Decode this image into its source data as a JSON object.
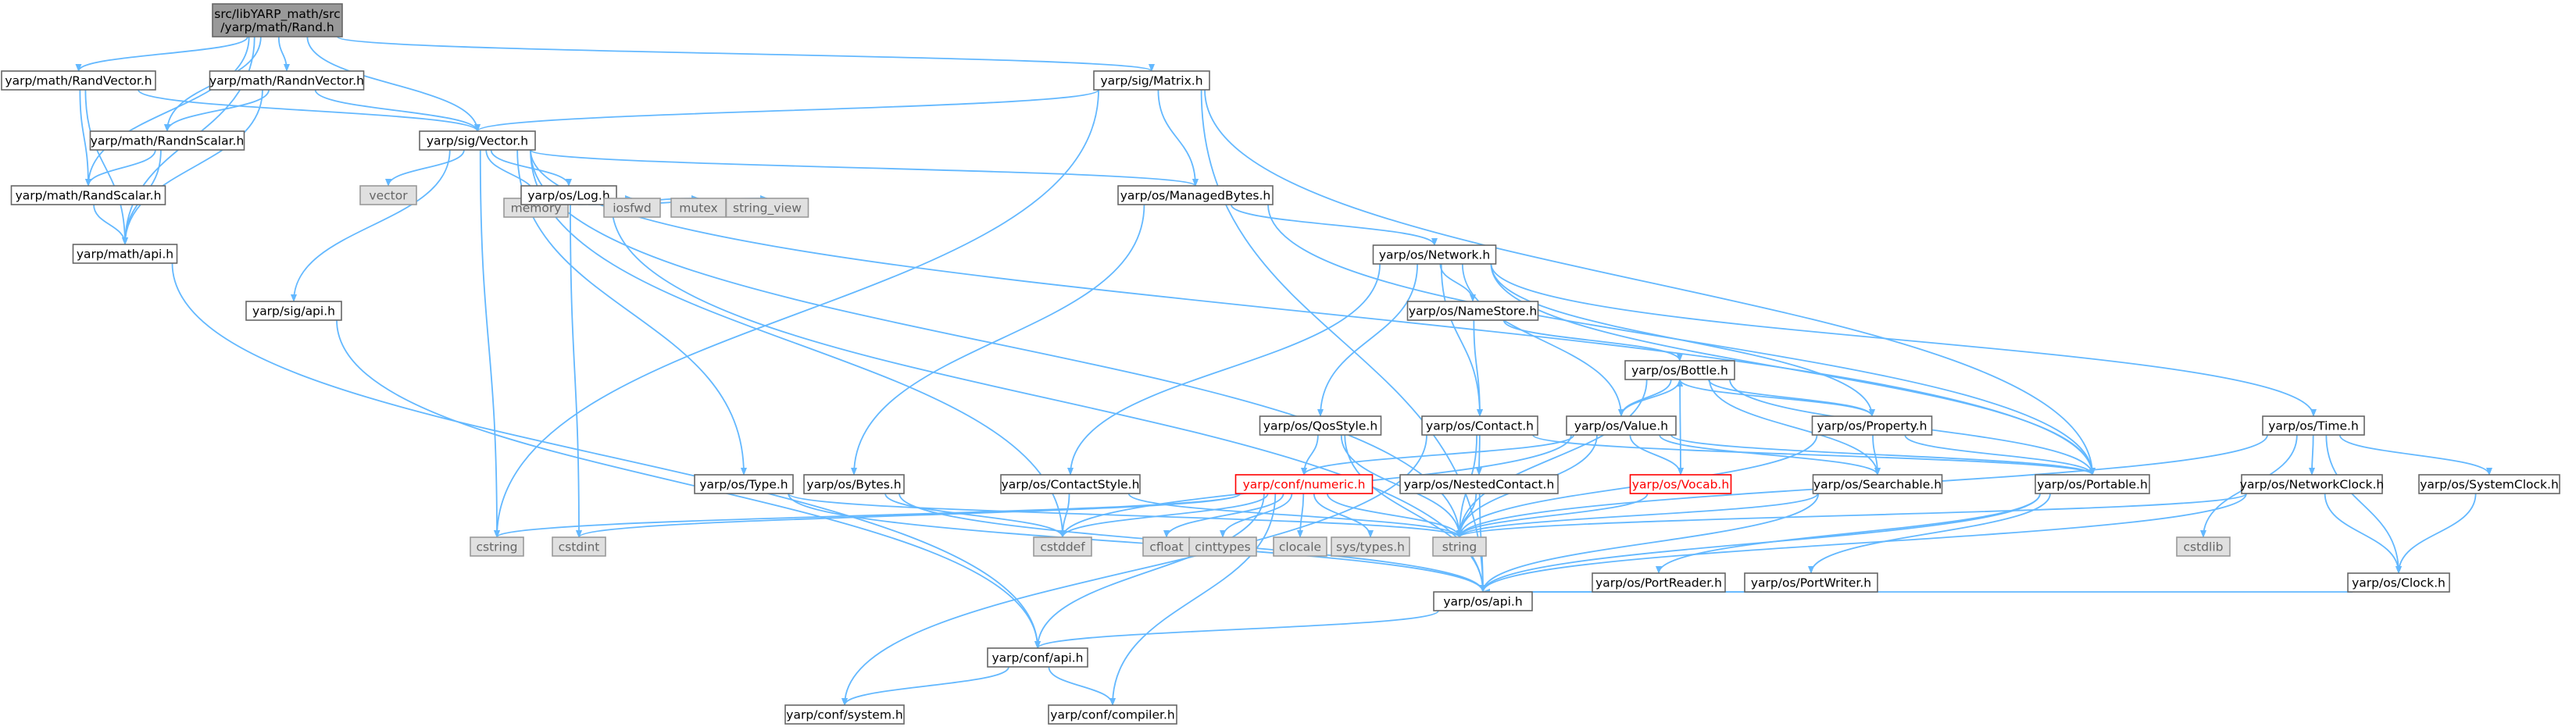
{
  "colors": {
    "edge": "#63b8ff",
    "node_fill": "#ffffff",
    "node_stroke": "#666666",
    "node_text": "#000000",
    "root_fill": "#999999",
    "root_stroke": "#666666",
    "sys_fill": "#e0e0e0",
    "sys_stroke": "#999999",
    "sys_text": "#666666",
    "red": "#ff0000"
  },
  "nodes": [
    {
      "id": "rand_h",
      "lines": [
        "src/libYARP_math/src",
        "/yarp/math/Rand.h"
      ],
      "kind": "root"
    },
    {
      "id": "randvector",
      "lines": [
        "yarp/math/RandVector.h"
      ],
      "kind": "normal"
    },
    {
      "id": "randnvector",
      "lines": [
        "yarp/math/RandnVector.h"
      ],
      "kind": "normal"
    },
    {
      "id": "matrix",
      "lines": [
        "yarp/sig/Matrix.h"
      ],
      "kind": "normal"
    },
    {
      "id": "vector",
      "lines": [
        "yarp/sig/Vector.h"
      ],
      "kind": "normal"
    },
    {
      "id": "randnscalar",
      "lines": [
        "yarp/math/RandnScalar.h"
      ],
      "kind": "normal"
    },
    {
      "id": "randscalar",
      "lines": [
        "yarp/math/RandScalar.h"
      ],
      "kind": "normal"
    },
    {
      "id": "math_api",
      "lines": [
        "yarp/math/api.h"
      ],
      "kind": "normal"
    },
    {
      "id": "std_vector",
      "lines": [
        "vector"
      ],
      "kind": "system"
    },
    {
      "id": "memory",
      "lines": [
        "memory"
      ],
      "kind": "system"
    },
    {
      "id": "log",
      "lines": [
        "yarp/os/Log.h"
      ],
      "kind": "normal"
    },
    {
      "id": "iosfwd",
      "lines": [
        "iosfwd"
      ],
      "kind": "system"
    },
    {
      "id": "mutex",
      "lines": [
        "mutex"
      ],
      "kind": "system"
    },
    {
      "id": "string_view",
      "lines": [
        "string_view"
      ],
      "kind": "system"
    },
    {
      "id": "managedbytes",
      "lines": [
        "yarp/os/ManagedBytes.h"
      ],
      "kind": "normal"
    },
    {
      "id": "network",
      "lines": [
        "yarp/os/Network.h"
      ],
      "kind": "normal"
    },
    {
      "id": "sig_api",
      "lines": [
        "yarp/sig/api.h"
      ],
      "kind": "normal"
    },
    {
      "id": "namestore",
      "lines": [
        "yarp/os/NameStore.h"
      ],
      "kind": "normal"
    },
    {
      "id": "bottle",
      "lines": [
        "yarp/os/Bottle.h"
      ],
      "kind": "normal"
    },
    {
      "id": "qosstyle",
      "lines": [
        "yarp/os/QosStyle.h"
      ],
      "kind": "normal"
    },
    {
      "id": "contact",
      "lines": [
        "yarp/os/Contact.h"
      ],
      "kind": "normal"
    },
    {
      "id": "value",
      "lines": [
        "yarp/os/Value.h"
      ],
      "kind": "normal"
    },
    {
      "id": "property",
      "lines": [
        "yarp/os/Property.h"
      ],
      "kind": "normal"
    },
    {
      "id": "time",
      "lines": [
        "yarp/os/Time.h"
      ],
      "kind": "normal"
    },
    {
      "id": "os_type",
      "lines": [
        "yarp/os/Type.h"
      ],
      "kind": "normal"
    },
    {
      "id": "bytes",
      "lines": [
        "yarp/os/Bytes.h"
      ],
      "kind": "normal"
    },
    {
      "id": "contactstyle",
      "lines": [
        "yarp/os/ContactStyle.h"
      ],
      "kind": "normal"
    },
    {
      "id": "numeric",
      "lines": [
        "yarp/conf/numeric.h"
      ],
      "kind": "red"
    },
    {
      "id": "nestedcontact",
      "lines": [
        "yarp/os/NestedContact.h"
      ],
      "kind": "normal"
    },
    {
      "id": "vocab",
      "lines": [
        "yarp/os/Vocab.h"
      ],
      "kind": "red"
    },
    {
      "id": "searchable",
      "lines": [
        "yarp/os/Searchable.h"
      ],
      "kind": "normal"
    },
    {
      "id": "portable",
      "lines": [
        "yarp/os/Portable.h"
      ],
      "kind": "normal"
    },
    {
      "id": "networkclock",
      "lines": [
        "yarp/os/NetworkClock.h"
      ],
      "kind": "normal"
    },
    {
      "id": "systemclock",
      "lines": [
        "yarp/os/SystemClock.h"
      ],
      "kind": "normal"
    },
    {
      "id": "cstring",
      "lines": [
        "cstring"
      ],
      "kind": "system"
    },
    {
      "id": "cstdint",
      "lines": [
        "cstdint"
      ],
      "kind": "system"
    },
    {
      "id": "cstddef",
      "lines": [
        "cstddef"
      ],
      "kind": "system"
    },
    {
      "id": "cfloat",
      "lines": [
        "cfloat"
      ],
      "kind": "system"
    },
    {
      "id": "cinttypes",
      "lines": [
        "cinttypes"
      ],
      "kind": "system"
    },
    {
      "id": "clocale",
      "lines": [
        "clocale"
      ],
      "kind": "system"
    },
    {
      "id": "systypes",
      "lines": [
        "sys/types.h"
      ],
      "kind": "system"
    },
    {
      "id": "string",
      "lines": [
        "string"
      ],
      "kind": "system"
    },
    {
      "id": "portreader",
      "lines": [
        "yarp/os/PortReader.h"
      ],
      "kind": "normal"
    },
    {
      "id": "portwriter",
      "lines": [
        "yarp/os/PortWriter.h"
      ],
      "kind": "normal"
    },
    {
      "id": "cstdlib",
      "lines": [
        "cstdlib"
      ],
      "kind": "system"
    },
    {
      "id": "clock",
      "lines": [
        "yarp/os/Clock.h"
      ],
      "kind": "normal"
    },
    {
      "id": "os_api",
      "lines": [
        "yarp/os/api.h"
      ],
      "kind": "normal"
    },
    {
      "id": "conf_api",
      "lines": [
        "yarp/conf/api.h"
      ],
      "kind": "normal"
    },
    {
      "id": "conf_system",
      "lines": [
        "yarp/conf/system.h"
      ],
      "kind": "normal"
    },
    {
      "id": "conf_compiler",
      "lines": [
        "yarp/conf/compiler.h"
      ],
      "kind": "normal"
    }
  ],
  "edges": [
    [
      "rand_h",
      "randvector"
    ],
    [
      "rand_h",
      "randnvector"
    ],
    [
      "rand_h",
      "matrix"
    ],
    [
      "rand_h",
      "vector"
    ],
    [
      "rand_h",
      "randnscalar"
    ],
    [
      "rand_h",
      "randscalar"
    ],
    [
      "rand_h",
      "math_api"
    ],
    [
      "randvector",
      "vector"
    ],
    [
      "randvector",
      "randscalar"
    ],
    [
      "randvector",
      "math_api"
    ],
    [
      "randnvector",
      "vector"
    ],
    [
      "randnvector",
      "randnscalar"
    ],
    [
      "randnvector",
      "math_api"
    ],
    [
      "randnscalar",
      "randscalar"
    ],
    [
      "randnscalar",
      "math_api"
    ],
    [
      "randscalar",
      "math_api"
    ],
    [
      "matrix",
      "vector"
    ],
    [
      "matrix",
      "managedbytes"
    ],
    [
      "matrix",
      "portable"
    ],
    [
      "matrix",
      "cstring"
    ],
    [
      "matrix",
      "os_api"
    ],
    [
      "vector",
      "std_vector"
    ],
    [
      "vector",
      "memory"
    ],
    [
      "vector",
      "log"
    ],
    [
      "vector",
      "managedbytes"
    ],
    [
      "vector",
      "sig_api"
    ],
    [
      "vector",
      "os_type"
    ],
    [
      "vector",
      "portable"
    ],
    [
      "vector",
      "cstring"
    ],
    [
      "vector",
      "cstddef"
    ],
    [
      "vector",
      "string"
    ],
    [
      "log",
      "memory"
    ],
    [
      "log",
      "iosfwd"
    ],
    [
      "log",
      "mutex"
    ],
    [
      "log",
      "string_view"
    ],
    [
      "log",
      "cstdint"
    ],
    [
      "log",
      "os_api"
    ],
    [
      "managedbytes",
      "network"
    ],
    [
      "managedbytes",
      "bytes"
    ],
    [
      "managedbytes",
      "portable"
    ],
    [
      "network",
      "namestore"
    ],
    [
      "network",
      "qosstyle"
    ],
    [
      "network",
      "contact"
    ],
    [
      "network",
      "value"
    ],
    [
      "network",
      "property"
    ],
    [
      "network",
      "time"
    ],
    [
      "network",
      "contactstyle"
    ],
    [
      "network",
      "portable"
    ],
    [
      "namestore",
      "contact"
    ],
    [
      "namestore",
      "bottle"
    ],
    [
      "bottle",
      "value"
    ],
    [
      "bottle",
      "property"
    ],
    [
      "bottle",
      "vocab"
    ],
    [
      "bottle",
      "searchable"
    ],
    [
      "bottle",
      "portable"
    ],
    [
      "bottle",
      "string"
    ],
    [
      "value",
      "bottle"
    ],
    [
      "value",
      "vocab"
    ],
    [
      "value",
      "searchable"
    ],
    [
      "value",
      "numeric"
    ],
    [
      "value",
      "string"
    ],
    [
      "value",
      "cstddef"
    ],
    [
      "value",
      "portable"
    ],
    [
      "property",
      "bottle"
    ],
    [
      "property",
      "searchable"
    ],
    [
      "property",
      "portable"
    ],
    [
      "property",
      "string"
    ],
    [
      "qosstyle",
      "numeric"
    ],
    [
      "qosstyle",
      "string"
    ],
    [
      "qosstyle",
      "os_api"
    ],
    [
      "contact",
      "nestedcontact"
    ],
    [
      "contact",
      "string"
    ],
    [
      "contact",
      "conf_system"
    ],
    [
      "contact",
      "portable"
    ],
    [
      "nestedcontact",
      "string"
    ],
    [
      "nestedcontact",
      "os_api"
    ],
    [
      "time",
      "networkclock"
    ],
    [
      "time",
      "systemclock"
    ],
    [
      "time",
      "clock"
    ],
    [
      "time",
      "string"
    ],
    [
      "networkclock",
      "clock"
    ],
    [
      "networkclock",
      "string"
    ],
    [
      "networkclock",
      "os_api"
    ],
    [
      "systemclock",
      "clock"
    ],
    [
      "clock",
      "os_api"
    ],
    [
      "numeric",
      "cstring"
    ],
    [
      "numeric",
      "cstdint"
    ],
    [
      "numeric",
      "cstddef"
    ],
    [
      "numeric",
      "cfloat"
    ],
    [
      "numeric",
      "cinttypes"
    ],
    [
      "numeric",
      "clocale"
    ],
    [
      "numeric",
      "systypes"
    ],
    [
      "numeric",
      "string"
    ],
    [
      "numeric",
      "conf_api"
    ],
    [
      "os_type",
      "string"
    ],
    [
      "os_type",
      "os_api"
    ],
    [
      "bytes",
      "cstddef"
    ],
    [
      "bytes",
      "os_api"
    ],
    [
      "contactstyle",
      "cstddef"
    ],
    [
      "contactstyle",
      "string"
    ],
    [
      "searchable",
      "string"
    ],
    [
      "searchable",
      "os_api"
    ],
    [
      "portable",
      "portreader"
    ],
    [
      "portable",
      "portwriter"
    ],
    [
      "portable",
      "os_api"
    ],
    [
      "vocab",
      "string"
    ],
    [
      "portreader",
      "os_api"
    ],
    [
      "portwriter",
      "os_api"
    ],
    [
      "os_api",
      "conf_api"
    ],
    [
      "math_api",
      "conf_api"
    ],
    [
      "sig_api",
      "conf_api"
    ],
    [
      "conf_api",
      "conf_system"
    ],
    [
      "conf_api",
      "conf_compiler"
    ],
    [
      "numeric",
      "conf_compiler"
    ],
    [
      "time",
      "cstdlib"
    ]
  ]
}
